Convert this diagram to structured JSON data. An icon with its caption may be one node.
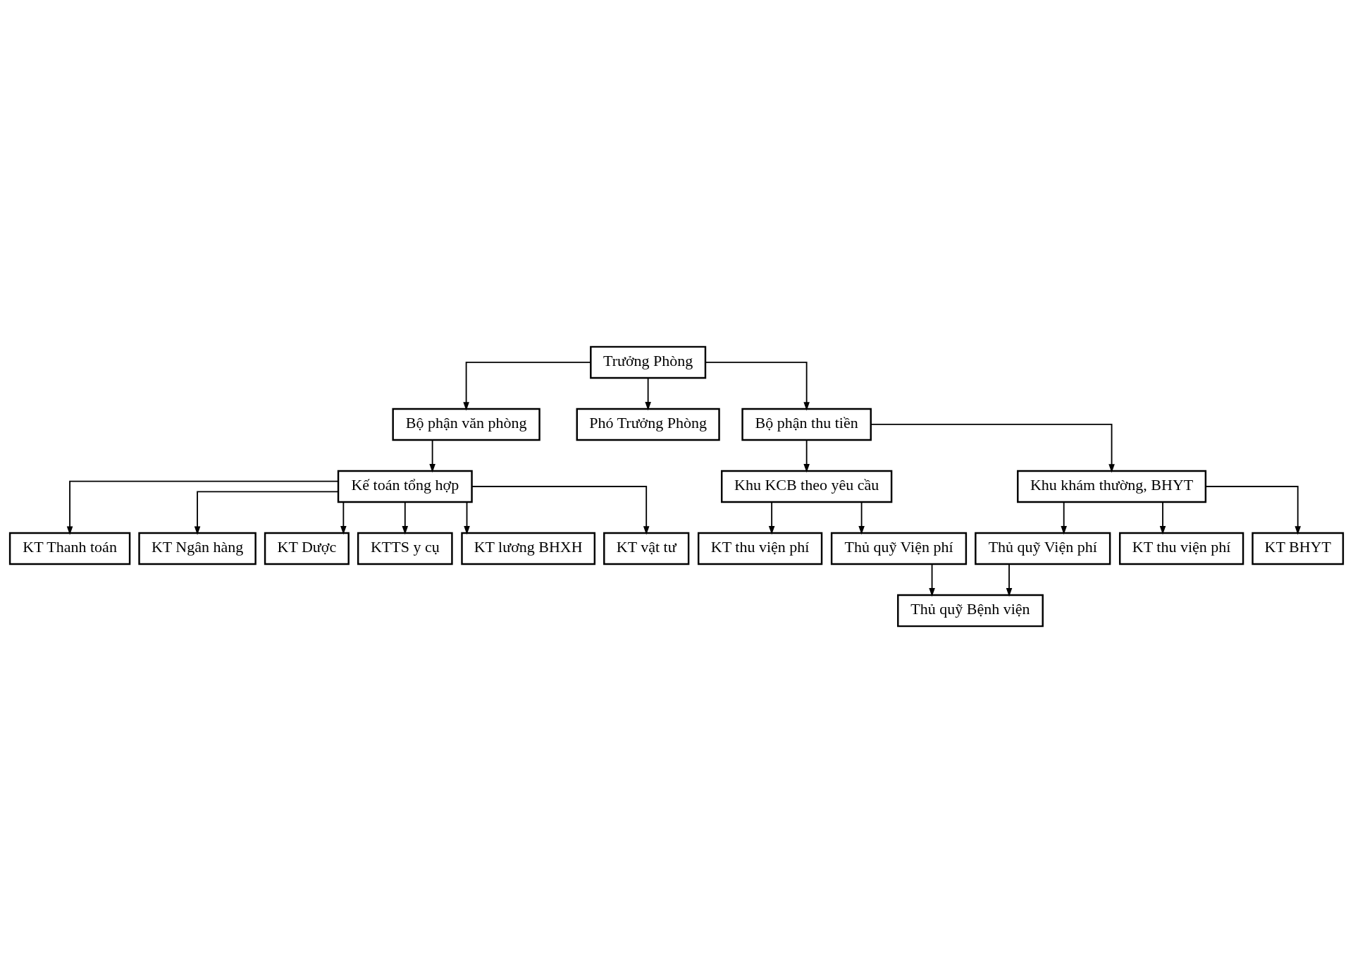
{
  "diagram": {
    "nodes": [
      {
        "text": [
          "Trưởng Phòng"
        ]
      },
      {
        "text": [
          "Bộ phận văn phòng"
        ]
      },
      {
        "text": [
          "Phó Trưởng Phòng"
        ]
      },
      {
        "text": [
          "Bộ phận thu tiền"
        ]
      },
      {
        "text": [
          "Kế toán tổng hợp"
        ]
      },
      {
        "text": [
          "Khu KCB theo yêu cầu"
        ]
      },
      {
        "text": [
          "Khu khám thường, BHYT"
        ]
      },
      {
        "text": [
          "KT thu viện phí"
        ]
      },
      {
        "text": [
          "Thủ quỹ Viện phí"
        ]
      },
      {
        "text": [
          "Thủ quỹ Viện phí"
        ]
      },
      {
        "text": [
          "KT thu viện phí"
        ]
      },
      {
        "text": [
          "KT BHYT"
        ]
      },
      {
        "text": [
          "KT Thanh toán"
        ]
      },
      {
        "text": [
          "KT Ngân hàng"
        ]
      },
      {
        "text": [
          "KT Dược"
        ]
      },
      {
        "text": [
          "KTTS y cụ"
        ]
      },
      {
        "text": [
          "KT lương BHXH"
        ]
      },
      {
        "text": [
          "KT vật tư"
        ]
      },
      {
        "text": [
          "Thủ quỹ Bệnh viện"
        ]
      }
    ],
    "edges": [
      {
        "from": 0,
        "to": 1,
        "arrow": "to"
      },
      {
        "from": 0,
        "to": 2,
        "arrow": "to"
      },
      {
        "from": 0,
        "to": 3,
        "arrow": "to"
      },
      {
        "from": 1,
        "to": 4,
        "arrow": "to"
      },
      {
        "from": 3,
        "to": 5,
        "arrow": "to"
      },
      {
        "from": 3,
        "to": 6,
        "arrow": "to"
      },
      {
        "from": 5,
        "to": 7,
        "arrow": "to"
      },
      {
        "from": 5,
        "to": 8,
        "arrow": "to"
      },
      {
        "from": 6,
        "to": 9,
        "arrow": "to"
      },
      {
        "from": 6,
        "to": 10,
        "arrow": "to"
      },
      {
        "from": 6,
        "to": 11,
        "arrow": "to"
      },
      {
        "from": 4,
        "to": 12,
        "arrow": "to"
      },
      {
        "from": 4,
        "to": 13,
        "arrow": "to"
      },
      {
        "from": 4,
        "to": 14,
        "arrow": "to"
      },
      {
        "from": 4,
        "to": 15,
        "arrow": "to"
      },
      {
        "from": 4,
        "to": 16,
        "arrow": "to"
      },
      {
        "from": 4,
        "to": 17,
        "arrow": "to"
      },
      {
        "from": 8,
        "to": 18,
        "arrow": "to"
      },
      {
        "from": 9,
        "to": 18,
        "arrow": "to"
      }
    ]
  }
}
